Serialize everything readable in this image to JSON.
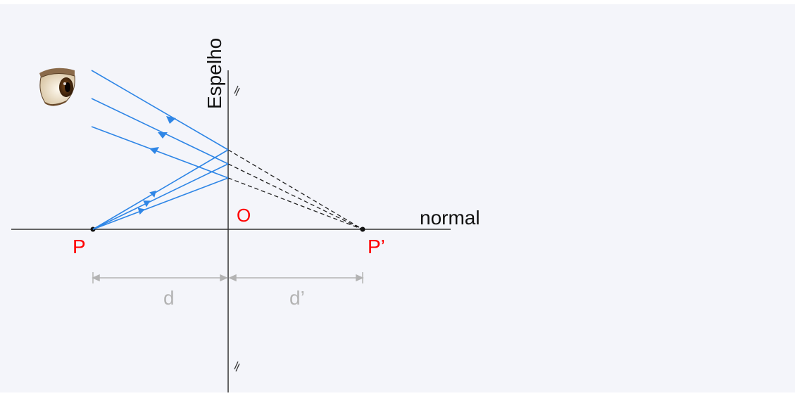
{
  "diagram": {
    "labels": {
      "mirror": "Espelho",
      "normal": "normal",
      "origin": "O",
      "object": "P",
      "image": "P’",
      "object_distance": "d",
      "image_distance": "d’"
    },
    "colors": {
      "background": "#f4f5fa",
      "ray": "#2f86e6",
      "axis": "#333333",
      "point_label": "#ff0000",
      "dimension": "#b3b3b3",
      "extension": "#222222"
    },
    "icons": {
      "observer": "eye-icon",
      "mirror_break": "axis-break-icon"
    },
    "ray_count": 3
  }
}
